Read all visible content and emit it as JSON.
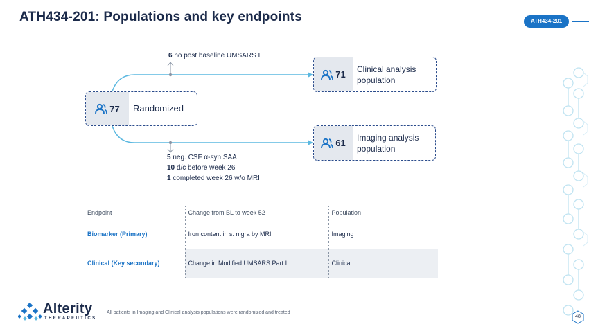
{
  "header": {
    "title": "ATH434-201: Populations and key endpoints",
    "tag": "ATH434-201"
  },
  "colors": {
    "accent": "#1a73c6",
    "navy": "#1b2a4a",
    "flow_line": "#5bb8e0",
    "cell_shade": "#eceff3"
  },
  "flow": {
    "randomized": {
      "count": "77",
      "label": "Randomized",
      "icon": "people-icon"
    },
    "clinical": {
      "count": "71",
      "label": "Clinical analysis population",
      "icon": "people-icon"
    },
    "imaging": {
      "count": "61",
      "label": "Imaging analysis population",
      "icon": "people-icon"
    },
    "top_note": {
      "count": "6",
      "text": "no post baseline UMSARS I"
    },
    "bottom_notes": [
      {
        "count": "5",
        "text": "neg. CSF α-syn SAA"
      },
      {
        "count": "10",
        "text": "d/c before week 26"
      },
      {
        "count": "1",
        "text": "completed week 26 w/o MRI"
      }
    ]
  },
  "table": {
    "headers": [
      "Endpoint",
      "Change from BL to week 52",
      "Population"
    ],
    "rows": [
      [
        "Biomarker (Primary)",
        "Iron content in s. nigra by MRI",
        "Imaging"
      ],
      [
        "Clinical (Key secondary)",
        "Change in Modified UMSARS Part I",
        "Clinical"
      ]
    ]
  },
  "footer": {
    "logo_name": "Alterity",
    "logo_sub": "THERAPEUTICS",
    "footnote": "All patients in Imaging and Clinical analysis populations were randomized and treated",
    "page_number": "48"
  }
}
